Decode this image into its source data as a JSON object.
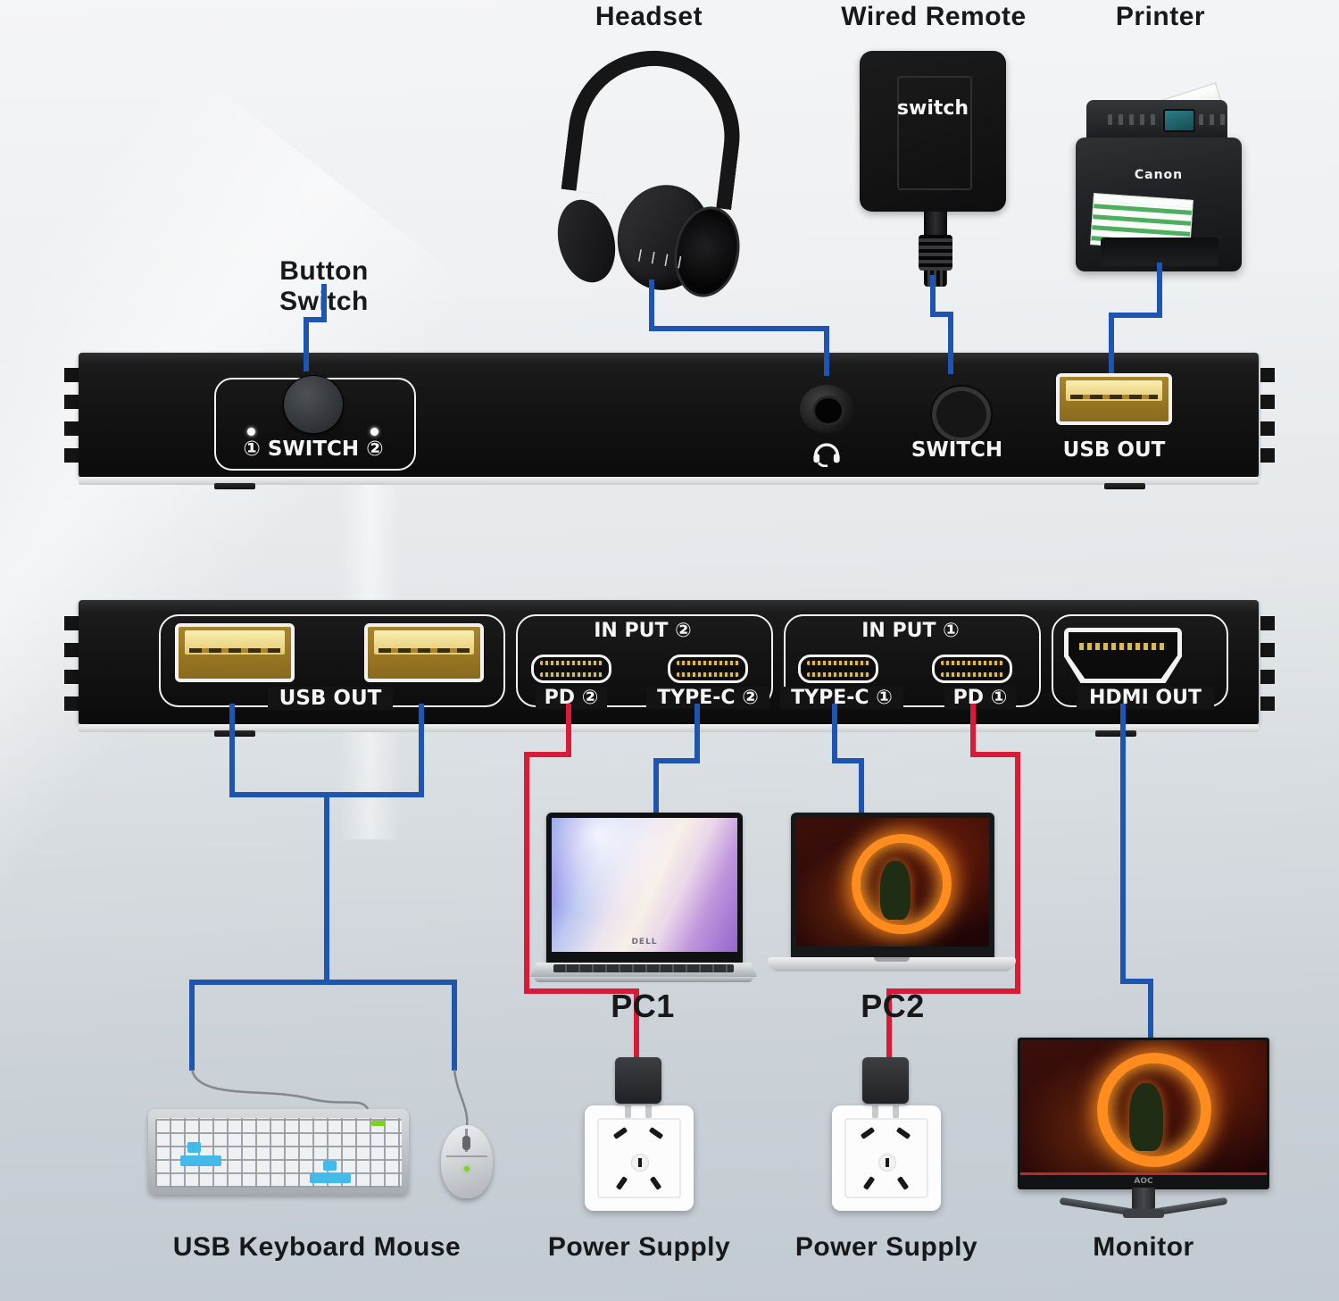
{
  "top_labels": {
    "headset": "Headset",
    "wired_remote": "Wired Remote",
    "printer": "Printer"
  },
  "callouts": {
    "button_switch": "Button Switch"
  },
  "remote": {
    "button_text": "switch"
  },
  "printer": {
    "brand": "Canon"
  },
  "front_panel": {
    "switch_group_label": "① SWITCH ②",
    "switch_label": "SWITCH",
    "usb_out_label": "USB OUT"
  },
  "rear_panel": {
    "usb_out_label": "USB OUT",
    "input2_title": "IN PUT ②",
    "pd2_label": "PD ②",
    "typec2_label": "TYPE-C ②",
    "input1_title": "IN PUT ①",
    "typec1_label": "TYPE-C ①",
    "pd1_label": "PD ①",
    "hdmi_label": "HDMI OUT"
  },
  "devices": {
    "pc1": "PC1",
    "pc2": "PC2",
    "pc1_brand": "DELL",
    "monitor_brand": "AOC",
    "keyboard_mouse": "USB Keyboard Mouse",
    "power_supply_1": "Power Supply",
    "power_supply_2": "Power Supply",
    "monitor": "Monitor"
  },
  "colors": {
    "cable_blue": "#1d55b0",
    "cable_red": "#d91b38",
    "panel_black": "#141414",
    "gold": "#e6c25a"
  }
}
